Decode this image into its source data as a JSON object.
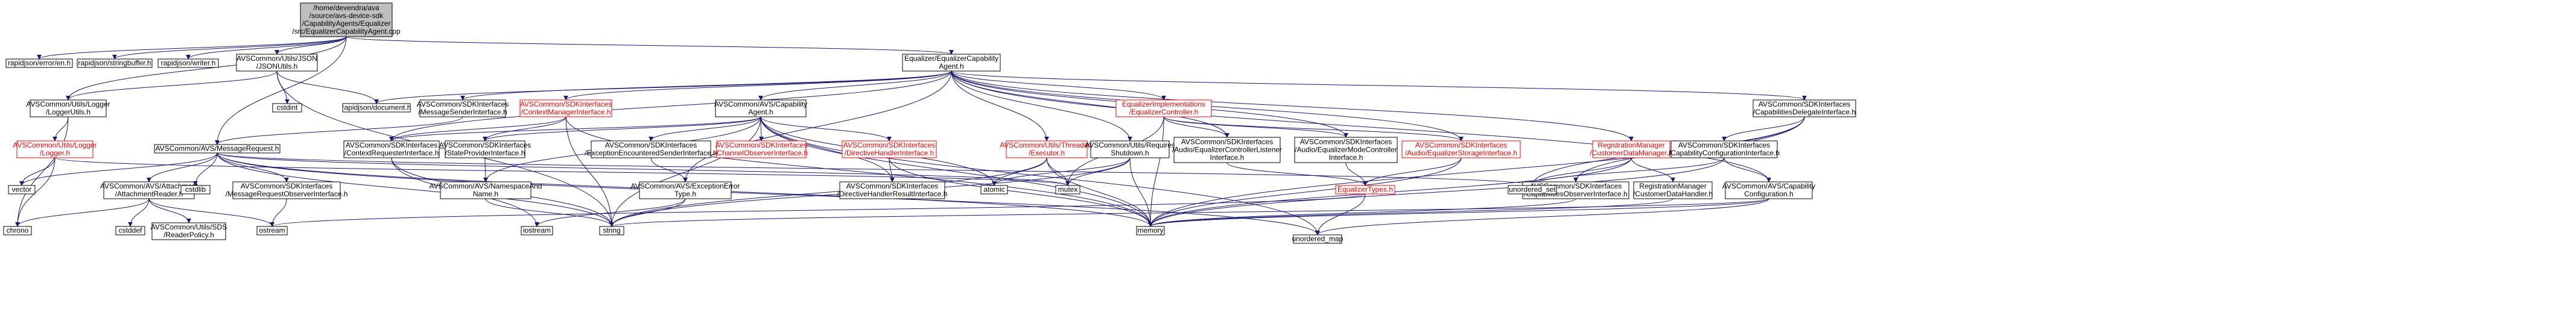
{
  "colors": {
    "edge": "#191970",
    "text": "#000000",
    "text_missing": "#ff0000",
    "border": "#000000",
    "border_missing": "#ff0000",
    "fill": "#ffffff",
    "fill_root": "#bfbfbf"
  },
  "nodes": [
    {
      "id": "root",
      "lines": [
        "/home/devendra/ava",
        "/source/avs-device-sdk",
        "/CapabilityAgents/Equalizer",
        "/src/EqualizerCapabilityAgent.cpp"
      ],
      "root": true
    },
    {
      "id": "errorLang",
      "lines": [
        "rapidjson/error/en.h"
      ]
    },
    {
      "id": "strbuf",
      "lines": [
        "rapidjson/stringbuffer.h"
      ]
    },
    {
      "id": "writer",
      "lines": [
        "rapidjson/writer.h"
      ]
    },
    {
      "id": "jsonUtils",
      "lines": [
        "AVSCommon/Utils/JSON",
        "/JSONUtils.h"
      ]
    },
    {
      "id": "eqAgent",
      "lines": [
        "Equalizer/EqualizerCapability",
        "Agent.h"
      ]
    },
    {
      "id": "loggerUtils",
      "lines": [
        "AVSCommon/Utils/Logger",
        "/LoggerUtils.h"
      ]
    },
    {
      "id": "cstdint",
      "lines": [
        "cstdint"
      ]
    },
    {
      "id": "document",
      "lines": [
        "rapidjson/document.h"
      ]
    },
    {
      "id": "msgSender",
      "lines": [
        "AVSCommon/SDKInterfaces",
        "/MessageSenderInterface.h"
      ]
    },
    {
      "id": "ctxMgr",
      "lines": [
        "AVSCommon/SDKInterfaces",
        "/ContextManagerInterface.h"
      ],
      "missing": true
    },
    {
      "id": "capAgent",
      "lines": [
        "AVSCommon/AVS/Capability",
        "Agent.h"
      ]
    },
    {
      "id": "eqImpl",
      "lines": [
        "EqualizerImplementations",
        "/EqualizerController.h"
      ],
      "missing": true
    },
    {
      "id": "capDelegate",
      "lines": [
        "AVSCommon/SDKInterfaces",
        "/CapabilitiesDelegateInterface.h"
      ]
    },
    {
      "id": "logger",
      "lines": [
        "AVSCommon/Utils/Logger",
        "/Logger.h"
      ],
      "missing": true
    },
    {
      "id": "msgRequest",
      "lines": [
        "AVSCommon/AVS/MessageRequest.h"
      ]
    },
    {
      "id": "ctxReq",
      "lines": [
        "AVSCommon/SDKInterfaces",
        "/ContextRequesterInterface.h"
      ]
    },
    {
      "id": "stateProv",
      "lines": [
        "AVSCommon/SDKInterfaces",
        "/StateProviderInterface.h"
      ]
    },
    {
      "id": "excSender",
      "lines": [
        "AVSCommon/SDKInterfaces",
        "/ExceptionEncounteredSenderInterface.h"
      ]
    },
    {
      "id": "chanObs",
      "lines": [
        "AVSCommon/SDKInterfaces",
        "/ChannelObserverInterface.h"
      ],
      "missing": true
    },
    {
      "id": "dirHandler",
      "lines": [
        "AVSCommon/SDKInterfaces",
        "/DirectiveHandlerInterface.h"
      ],
      "missing": true
    },
    {
      "id": "threadExec",
      "lines": [
        "AVSCommon/Utils/Threading",
        "/Executor.h"
      ],
      "missing": true
    },
    {
      "id": "reqShutdown",
      "lines": [
        "AVSCommon/Utils/Requires",
        "Shutdown.h"
      ]
    },
    {
      "id": "eqListener",
      "lines": [
        "AVSCommon/SDKInterfaces",
        "/Audio/EqualizerControllerListener",
        "Interface.h"
      ]
    },
    {
      "id": "eqMode",
      "lines": [
        "AVSCommon/SDKInterfaces",
        "/Audio/EqualizerModeController",
        "Interface.h"
      ]
    },
    {
      "id": "eqStorage",
      "lines": [
        "AVSCommon/SDKInterfaces",
        "/Audio/EqualizerStorageInterface.h"
      ],
      "missing": true
    },
    {
      "id": "regMgr",
      "lines": [
        "RegistrationManager",
        "/CustomerDataManager.h"
      ],
      "missing": true
    },
    {
      "id": "capConfigIf",
      "lines": [
        "AVSCommon/SDKInterfaces",
        "/CapabilityConfigurationInterface.h"
      ]
    },
    {
      "id": "capConfig",
      "lines": [
        "AVSCommon/AVS/Capability",
        "Configuration.h"
      ]
    },
    {
      "id": "attachReader",
      "lines": [
        "AVSCommon/AVS/Attachment",
        "/AttachmentReader.h"
      ]
    },
    {
      "id": "cstdlib",
      "lines": [
        "cstdlib"
      ]
    },
    {
      "id": "msgReqObs",
      "lines": [
        "AVSCommon/SDKInterfaces",
        "/MessageRequestObserverInterface.h"
      ]
    },
    {
      "id": "nsName",
      "lines": [
        "AVSCommon/AVS/NamespaceAnd",
        "Name.h"
      ]
    },
    {
      "id": "excErrType",
      "lines": [
        "AVSCommon/AVS/ExceptionError",
        "Type.h"
      ]
    },
    {
      "id": "dirResult",
      "lines": [
        "AVSCommon/SDKInterfaces",
        "/DirectiveHandlerResultInterface.h"
      ]
    },
    {
      "id": "eqTypes",
      "lines": [
        "EqualizerTypes.h"
      ],
      "missing": true
    },
    {
      "id": "capObserver",
      "lines": [
        "AVSCommon/SDKInterfaces",
        "/CapabilitiesObserverInterface.h"
      ]
    },
    {
      "id": "custHandler",
      "lines": [
        "RegistrationManager",
        "/CustomerDataHandler.h"
      ]
    },
    {
      "id": "vector",
      "lines": [
        "vector"
      ]
    },
    {
      "id": "chrono",
      "lines": [
        "chrono"
      ]
    },
    {
      "id": "cstddef",
      "lines": [
        "cstddef"
      ]
    },
    {
      "id": "sdsReader",
      "lines": [
        "AVSCommon/Utils/SDS",
        "/ReaderPolicy.h"
      ]
    },
    {
      "id": "ostream",
      "lines": [
        "ostream"
      ]
    },
    {
      "id": "iostream",
      "lines": [
        "iostream"
      ]
    },
    {
      "id": "string",
      "lines": [
        "string"
      ]
    },
    {
      "id": "atomic",
      "lines": [
        "atomic"
      ]
    },
    {
      "id": "mutex",
      "lines": [
        "mutex"
      ]
    },
    {
      "id": "memory",
      "lines": [
        "memory"
      ]
    },
    {
      "id": "unorderedMap",
      "lines": [
        "unordered_map"
      ]
    },
    {
      "id": "unorderedSet",
      "lines": [
        "unordered_set"
      ]
    }
  ]
}
